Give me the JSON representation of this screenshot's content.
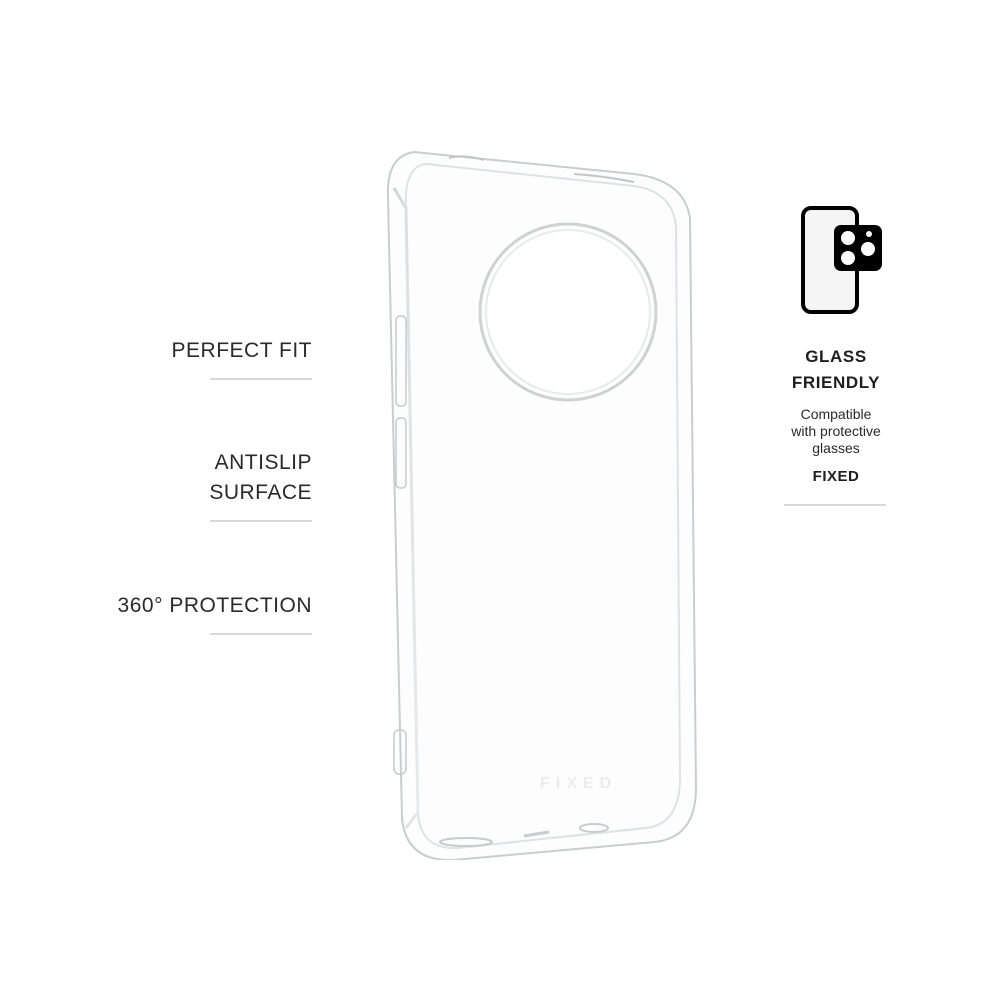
{
  "features": [
    {
      "label": "PERFECT FIT"
    },
    {
      "label_line1": "ANTISLIP",
      "label_line2": "SURFACE"
    },
    {
      "label": "360° PROTECTION"
    }
  ],
  "product": {
    "name": "clear-phone-case",
    "brand_mark": "FIXED"
  },
  "glass_badge": {
    "icon": "phone-with-camera-protector-icon",
    "title_line1": "GLASS",
    "title_line2": "FRIENDLY",
    "desc_line1": "Compatible",
    "desc_line2": "with protective",
    "desc_line3": "glasses",
    "brand": "FIXED"
  },
  "colors": {
    "text": "#2a2a2a",
    "divider": "#d9d9d9",
    "icon": "#000000",
    "background": "#ffffff"
  }
}
